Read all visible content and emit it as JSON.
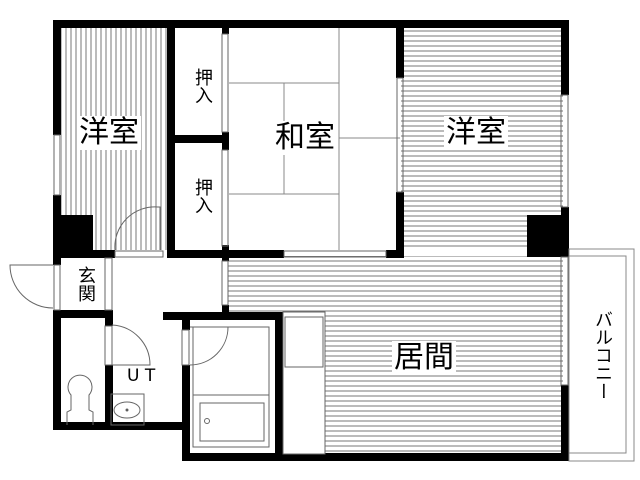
{
  "floor_plan": {
    "type": "apartment floor plan (2LDK style)",
    "rooms": [
      {
        "id": "western-room-left",
        "label": "洋室",
        "floor": "vertical-lined flooring"
      },
      {
        "id": "closet-upper",
        "label": "押入"
      },
      {
        "id": "closet-lower",
        "label": "押入"
      },
      {
        "id": "japanese-room",
        "label": "和室",
        "floor": "tatami"
      },
      {
        "id": "western-room-right",
        "label": "洋室",
        "floor": "horizontal-lined flooring"
      },
      {
        "id": "entrance",
        "label": "玄関"
      },
      {
        "id": "utility",
        "label": "ＵＴ"
      },
      {
        "id": "living-room",
        "label": "居間",
        "floor": "horizontal-lined flooring"
      },
      {
        "id": "balcony",
        "label": "バルコニー"
      }
    ],
    "labels": {
      "western_left": "洋室",
      "closet_upper": "押入",
      "closet_lower": "押入",
      "japanese": "和室",
      "western_right": "洋室",
      "entrance": "玄関",
      "utility": "U T",
      "living": "居間",
      "balcony": "バルコニー"
    },
    "fixtures": [
      "toilet",
      "washbasin",
      "bathtub",
      "kitchen-counter"
    ],
    "colors": {
      "wall": "#000000",
      "line": "#808080",
      "background": "#ffffff"
    }
  }
}
